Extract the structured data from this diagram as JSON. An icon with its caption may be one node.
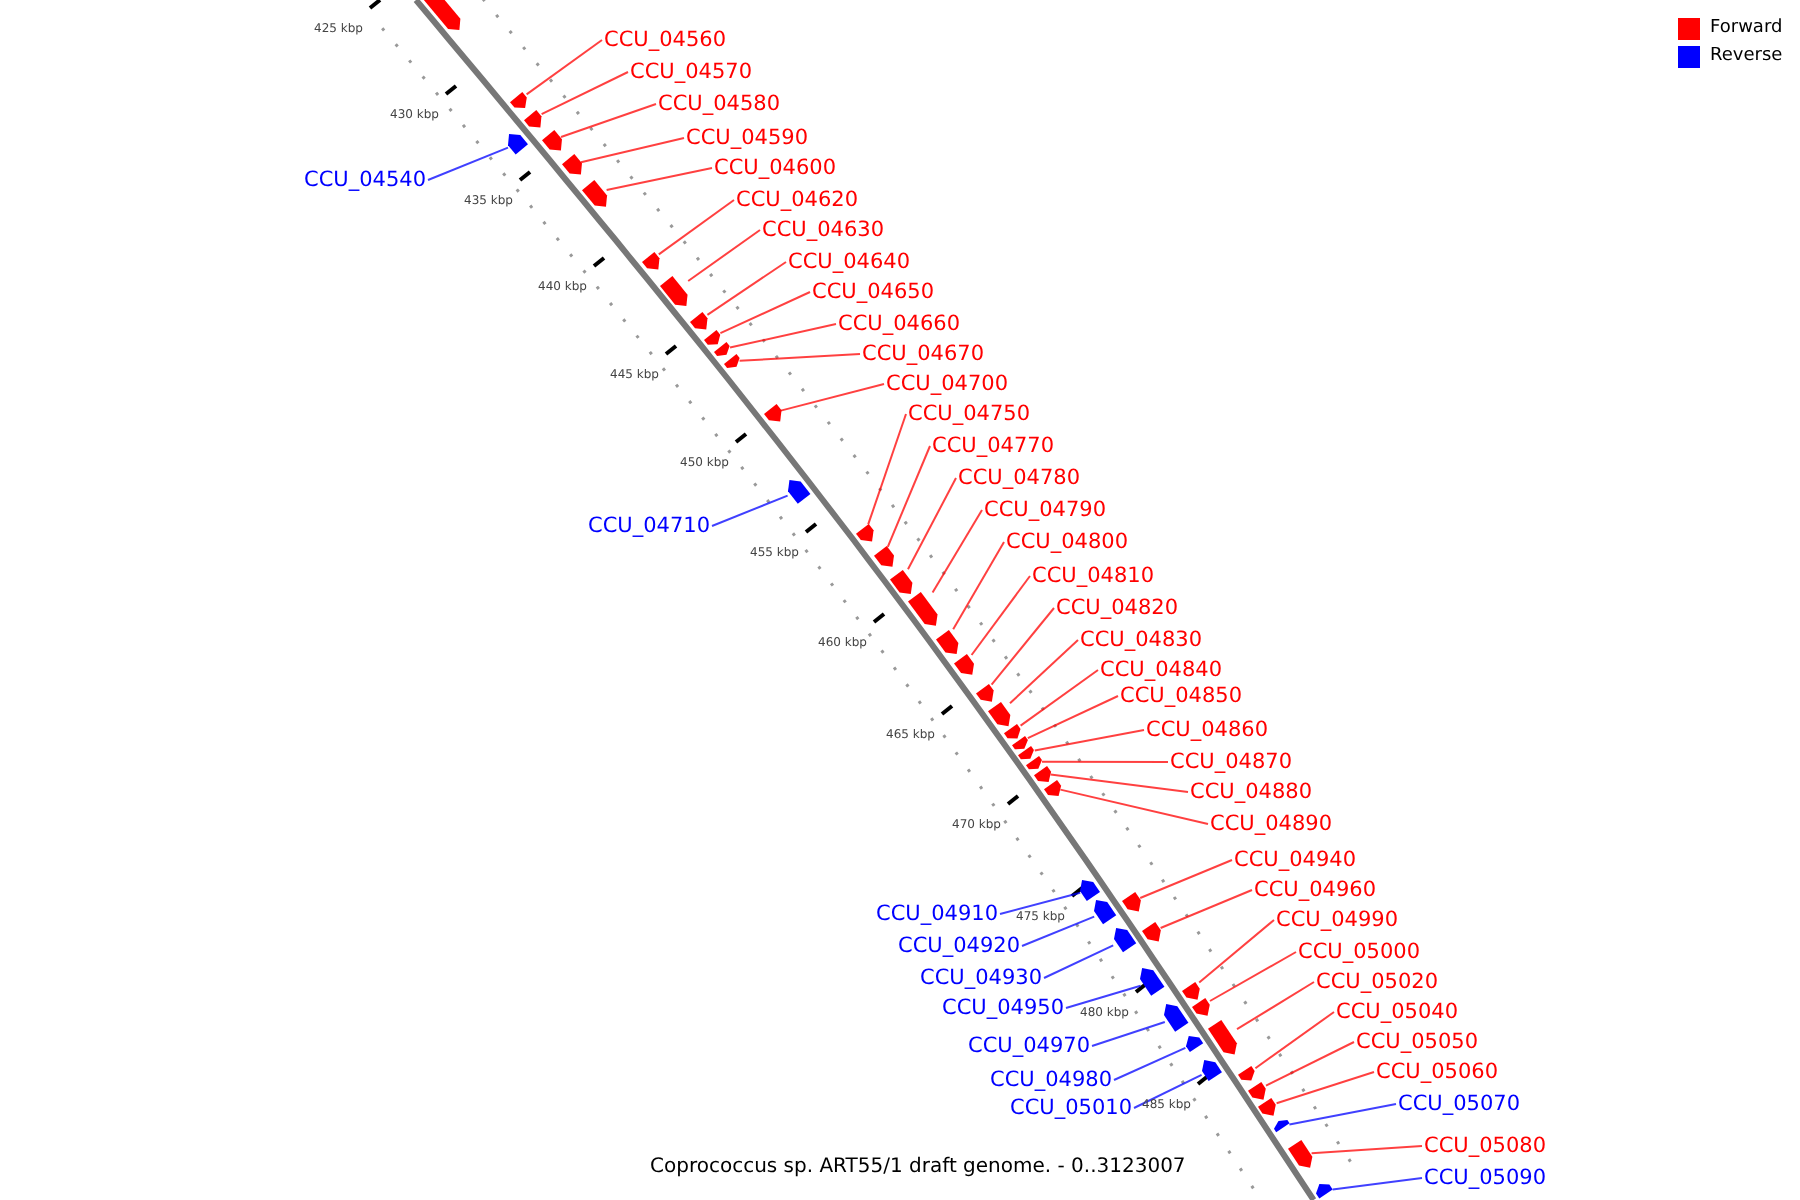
{
  "diagram": {
    "caption": "Coprococcus sp. ART55/1 draft genome. - 0..3123007",
    "nodes": [
      {
        "text": [
          "CCU_04560"
        ]
      },
      {
        "text": [
          "CCU_04570"
        ]
      },
      {
        "text": [
          "CCU_04580"
        ]
      },
      {
        "text": [
          "CCU_04590"
        ]
      },
      {
        "text": [
          "CCU_04600"
        ]
      },
      {
        "text": [
          "CCU_04540"
        ]
      },
      {
        "text": [
          "CCU_04620"
        ]
      },
      {
        "text": [
          "CCU_04630"
        ]
      },
      {
        "text": [
          "CCU_04640"
        ]
      },
      {
        "text": [
          "CCU_04650"
        ]
      },
      {
        "text": [
          "CCU_04660"
        ]
      },
      {
        "text": [
          "CCU_04670"
        ]
      },
      {
        "text": [
          "CCU_04700"
        ]
      },
      {
        "text": [
          "CCU_04750"
        ]
      },
      {
        "text": [
          "CCU_04770"
        ]
      },
      {
        "text": [
          "CCU_04780"
        ]
      },
      {
        "text": [
          "CCU_04790"
        ]
      },
      {
        "text": [
          "CCU_04710"
        ]
      },
      {
        "text": [
          "CCU_04800"
        ]
      },
      {
        "text": [
          "CCU_04810"
        ]
      },
      {
        "text": [
          "CCU_04820"
        ]
      },
      {
        "text": [
          "CCU_04830"
        ]
      },
      {
        "text": [
          "CCU_04840"
        ]
      },
      {
        "text": [
          "CCU_04850"
        ]
      },
      {
        "text": [
          "CCU_04860"
        ]
      },
      {
        "text": [
          "CCU_04870"
        ]
      },
      {
        "text": [
          "CCU_04880"
        ]
      },
      {
        "text": [
          "CCU_04890"
        ]
      },
      {
        "text": [
          "CCU_04940"
        ]
      },
      {
        "text": [
          "CCU_04960"
        ]
      },
      {
        "text": [
          "CCU_04910"
        ]
      },
      {
        "text": [
          "CCU_04990"
        ]
      },
      {
        "text": [
          "CCU_04920"
        ]
      },
      {
        "text": [
          "CCU_05000"
        ]
      },
      {
        "text": [
          "CCU_04930"
        ]
      },
      {
        "text": [
          "CCU_05020"
        ]
      },
      {
        "text": [
          "CCU_04950"
        ]
      },
      {
        "text": [
          "CCU_05040"
        ]
      },
      {
        "text": [
          "CCU_05050"
        ]
      },
      {
        "text": [
          "CCU_04970"
        ]
      },
      {
        "text": [
          "CCU_05060"
        ]
      },
      {
        "text": [
          "CCU_04980"
        ]
      },
      {
        "text": [
          "CCU_05070"
        ]
      },
      {
        "text": [
          "CCU_05010"
        ]
      },
      {
        "text": [
          "CCU_05080"
        ]
      },
      {
        "text": [
          "CCU_05090"
        ]
      },
      {
        "text": [],
        "shape": "bar"
      },
      {
        "text": [],
        "shape": "bar"
      },
      {
        "text": [],
        "shape": "bar"
      },
      {
        "text": [],
        "shape": "bar"
      },
      {
        "text": [],
        "shape": "bar"
      },
      {
        "text": [],
        "shape": "bar"
      },
      {
        "text": [],
        "shape": "bar"
      },
      {
        "text": [],
        "shape": "bar"
      },
      {
        "text": [],
        "shape": "bar"
      },
      {
        "text": [],
        "shape": "bar"
      },
      {
        "text": [],
        "shape": "bar"
      },
      {
        "text": [],
        "shape": "bar"
      },
      {
        "text": [],
        "shape": "bar"
      },
      {
        "text": [],
        "shape": "bar"
      },
      {
        "text": [],
        "shape": "bar"
      },
      {
        "text": [],
        "shape": "bar"
      },
      {
        "text": [],
        "shape": "bar"
      },
      {
        "text": [],
        "shape": "bar"
      },
      {
        "text": [],
        "shape": "bar"
      },
      {
        "text": [],
        "shape": "bar"
      },
      {
        "text": [],
        "shape": "bar"
      },
      {
        "text": [],
        "shape": "bar"
      },
      {
        "text": [],
        "shape": "bar"
      },
      {
        "text": [],
        "shape": "bar"
      },
      {
        "text": [],
        "shape": "bar"
      },
      {
        "text": [],
        "shape": "bar"
      },
      {
        "text": [],
        "shape": "bar"
      },
      {
        "text": [],
        "shape": "bar"
      },
      {
        "text": [],
        "shape": "bar"
      },
      {
        "text": [],
        "shape": "bar"
      },
      {
        "text": [],
        "shape": "bar"
      },
      {
        "text": [],
        "shape": "bar"
      },
      {
        "text": [],
        "shape": "bar"
      },
      {
        "text": [],
        "shape": "bar"
      },
      {
        "text": [],
        "shape": "bar"
      },
      {
        "text": [],
        "shape": "bar"
      },
      {
        "text": [],
        "shape": "bar"
      },
      {
        "text": [],
        "shape": "bar"
      },
      {
        "text": [],
        "shape": "bar"
      },
      {
        "text": [],
        "shape": "bar"
      },
      {
        "text": [],
        "shape": "bar"
      },
      {
        "text": [],
        "shape": "bar"
      },
      {
        "text": [],
        "shape": "bar"
      },
      {
        "text": [],
        "shape": "bar"
      },
      {
        "text": [],
        "shape": "bar"
      },
      {
        "text": [],
        "shape": "bar"
      }
    ],
    "edges": [
      {
        "from": 0,
        "to": 46,
        "arrow": "none"
      },
      {
        "from": 1,
        "to": 47,
        "arrow": "none"
      },
      {
        "from": 2,
        "to": 48,
        "arrow": "none"
      },
      {
        "from": 3,
        "to": 49,
        "arrow": "none"
      },
      {
        "from": 4,
        "to": 50,
        "arrow": "none"
      },
      {
        "from": 5,
        "to": 51,
        "arrow": "none",
        "color": "#0000ff"
      },
      {
        "from": 6,
        "to": 52,
        "arrow": "none"
      },
      {
        "from": 7,
        "to": 53,
        "arrow": "none"
      },
      {
        "from": 8,
        "to": 54,
        "arrow": "none"
      },
      {
        "from": 9,
        "to": 55,
        "arrow": "none"
      },
      {
        "from": 10,
        "to": 56,
        "arrow": "none"
      },
      {
        "from": 11,
        "to": 57,
        "arrow": "none"
      },
      {
        "from": 12,
        "to": 58,
        "arrow": "none"
      },
      {
        "from": 13,
        "to": 59,
        "arrow": "none"
      },
      {
        "from": 14,
        "to": 60,
        "arrow": "none"
      },
      {
        "from": 15,
        "to": 61,
        "arrow": "none"
      },
      {
        "from": 16,
        "to": 62,
        "arrow": "none"
      },
      {
        "from": 17,
        "to": 63,
        "arrow": "none",
        "color": "#0000ff"
      },
      {
        "from": 18,
        "to": 64,
        "arrow": "none"
      },
      {
        "from": 19,
        "to": 65,
        "arrow": "none"
      },
      {
        "from": 20,
        "to": 66,
        "arrow": "none"
      },
      {
        "from": 21,
        "to": 67,
        "arrow": "none"
      },
      {
        "from": 22,
        "to": 68,
        "arrow": "none"
      },
      {
        "from": 23,
        "to": 69,
        "arrow": "none"
      },
      {
        "from": 24,
        "to": 70,
        "arrow": "none"
      },
      {
        "from": 25,
        "to": 71,
        "arrow": "none"
      },
      {
        "from": 26,
        "to": 72,
        "arrow": "none"
      },
      {
        "from": 27,
        "to": 73,
        "arrow": "none"
      },
      {
        "from": 28,
        "to": 74,
        "arrow": "none"
      },
      {
        "from": 29,
        "to": 75,
        "arrow": "none"
      },
      {
        "from": 30,
        "to": 76,
        "arrow": "none",
        "color": "#0000ff"
      },
      {
        "from": 31,
        "to": 77,
        "arrow": "none"
      },
      {
        "from": 32,
        "to": 78,
        "arrow": "none",
        "color": "#0000ff"
      },
      {
        "from": 33,
        "to": 79,
        "arrow": "none"
      },
      {
        "from": 34,
        "to": 80,
        "arrow": "none",
        "color": "#0000ff"
      },
      {
        "from": 35,
        "to": 81,
        "arrow": "none"
      },
      {
        "from": 36,
        "to": 82,
        "arrow": "none",
        "color": "#0000ff"
      },
      {
        "from": 37,
        "to": 83,
        "arrow": "none"
      },
      {
        "from": 38,
        "to": 84,
        "arrow": "none"
      },
      {
        "from": 39,
        "to": 85,
        "arrow": "none",
        "color": "#0000ff"
      },
      {
        "from": 40,
        "to": 86,
        "arrow": "none"
      },
      {
        "from": 41,
        "to": 87,
        "arrow": "none",
        "color": "#0000ff"
      },
      {
        "from": 42,
        "to": 88,
        "arrow": "none",
        "color": "#0000ff"
      },
      {
        "from": 43,
        "to": 89,
        "arrow": "none",
        "color": "#0000ff"
      },
      {
        "from": 44,
        "to": 90,
        "arrow": "none"
      },
      {
        "from": 45,
        "to": 91,
        "arrow": "none",
        "color": "#0000ff"
      }
    ],
    "labels": [
      "425 kbp",
      "430 kbp",
      "435 kbp",
      "440 kbp",
      "445 kbp",
      "450 kbp",
      "455 kbp",
      "460 kbp",
      "465 kbp",
      "470 kbp",
      "475 kbp",
      "480 kbp",
      "485 kbp"
    ],
    "legend": [
      {
        "text": "Forward",
        "color": "#ff0000"
      },
      {
        "text": "Reverse",
        "color": "#0000ff"
      }
    ]
  }
}
